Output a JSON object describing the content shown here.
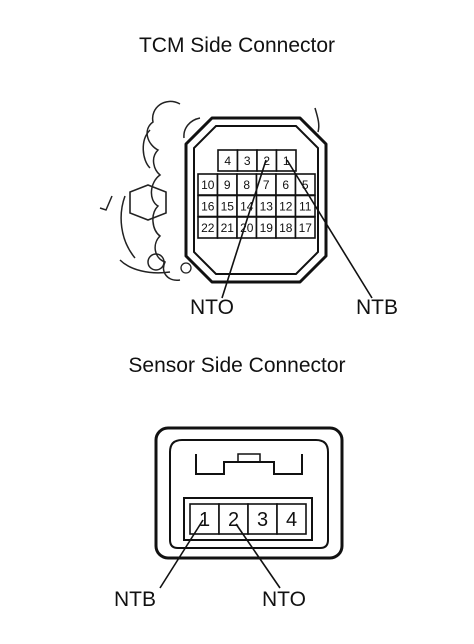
{
  "tcm": {
    "title": "TCM Side Connector",
    "pins_top": [
      "4",
      "3",
      "2",
      "1"
    ],
    "pins_row2": [
      "10",
      "9",
      "8",
      "7",
      "6",
      "5"
    ],
    "pins_row3": [
      "16",
      "15",
      "14",
      "13",
      "12",
      "11"
    ],
    "pins_row4": [
      "22",
      "21",
      "20",
      "19",
      "18",
      "17"
    ],
    "label_left": "NTO",
    "label_right": "NTB"
  },
  "sensor": {
    "title": "Sensor Side Connector",
    "pins": [
      "1",
      "2",
      "3",
      "4"
    ],
    "label_left": "NTB",
    "label_right": "NTO"
  }
}
